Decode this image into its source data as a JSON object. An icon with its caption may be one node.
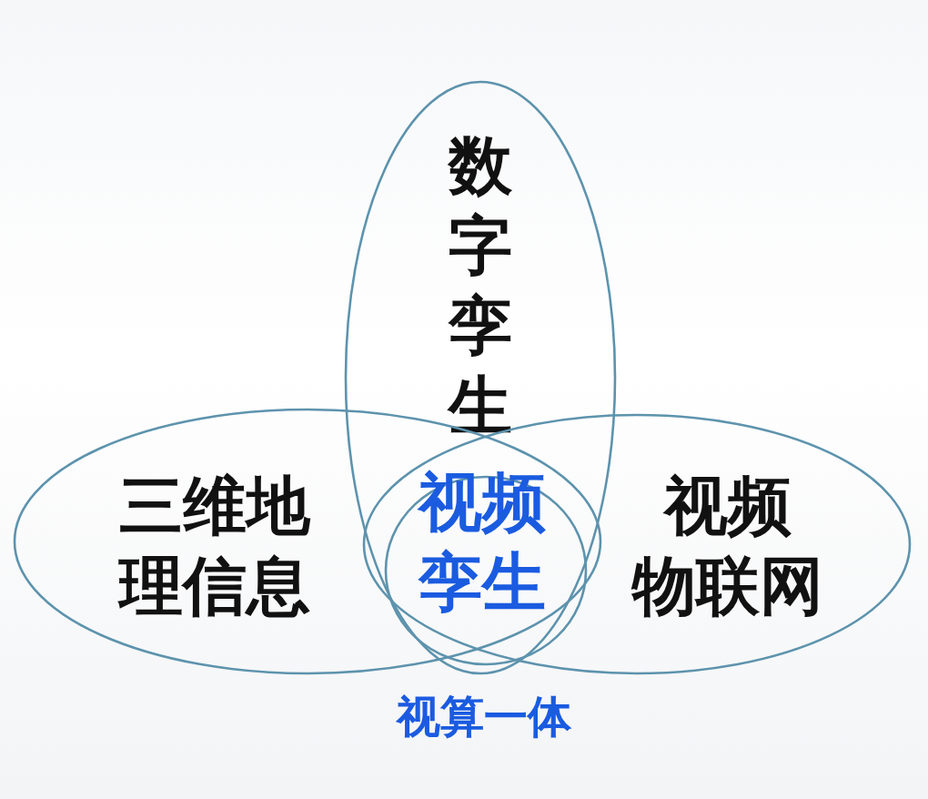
{
  "diagram": {
    "nodes": [
      {
        "text": [
          "数字孪生"
        ]
      },
      {
        "text": [
          "三维地理信息"
        ]
      },
      {
        "text": [
          "视频孪生"
        ]
      },
      {
        "text": [
          "视频物联网"
        ]
      }
    ],
    "labels": [
      "视算一体"
    ]
  }
}
